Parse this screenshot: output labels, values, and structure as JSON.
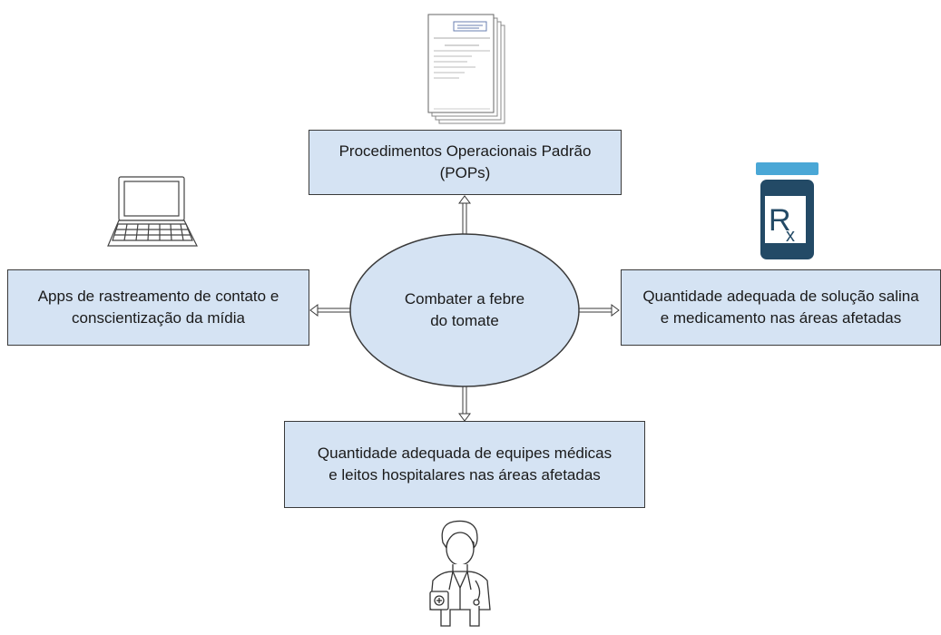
{
  "diagram": {
    "center": {
      "label": "Combater a febre\ndo tomate"
    },
    "nodes": {
      "top": {
        "label": "Procedimentos Operacionais Padrão\n(POPs)",
        "icon": "document-stack-icon"
      },
      "left": {
        "label": "Apps de rastreamento de contato e\nconscientização da mídia",
        "icon": "laptop-icon"
      },
      "right": {
        "label": "Quantidade adequada de solução salina\ne medicamento nas áreas afetadas",
        "icon": "prescription-bottle-icon"
      },
      "bottom": {
        "label": "Quantidade adequada de equipes médicas\ne leitos hospitalares nas áreas afetadas",
        "icon": "doctor-icon"
      }
    },
    "colors": {
      "box_fill": "#d5e3f3",
      "stroke": "#3a3a3a",
      "rx_bottle": "#234a66",
      "rx_cap": "#4aa7d6"
    }
  }
}
